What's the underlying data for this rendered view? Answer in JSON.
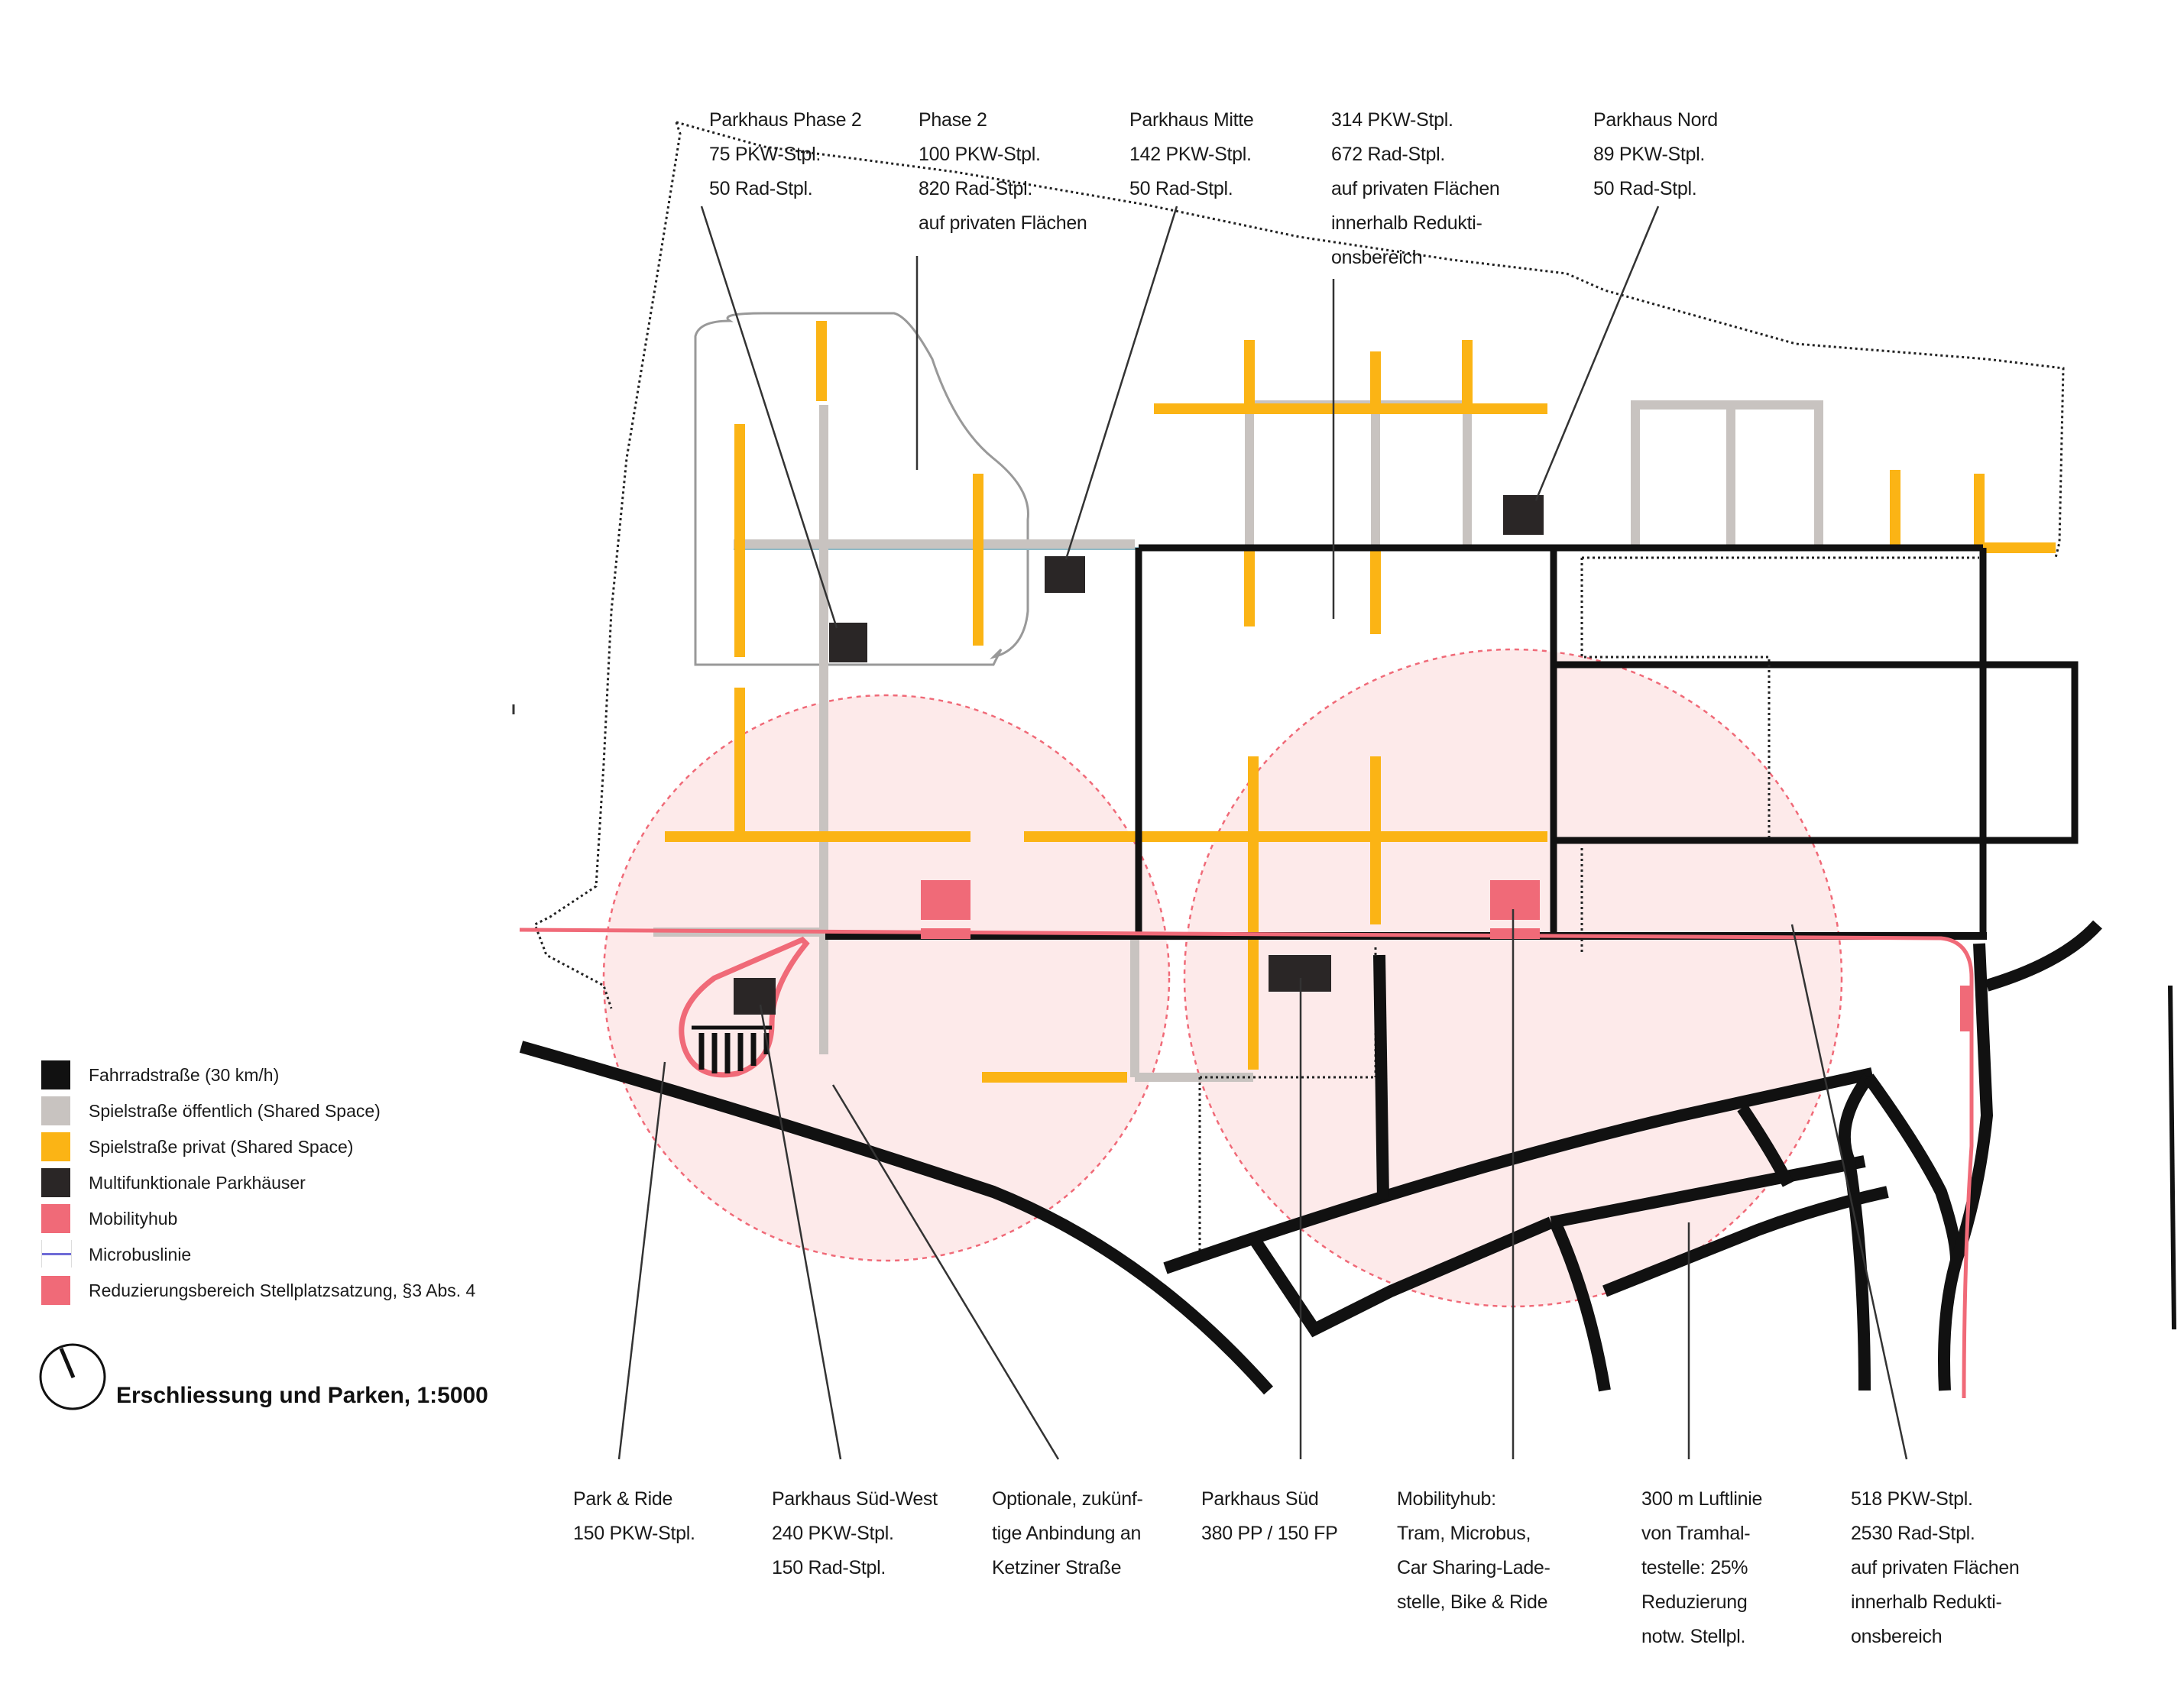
{
  "title": "Erschliessung und Parken, 1:5000",
  "colors": {
    "fahrradstrasse": "#111111",
    "spielstrasse_oeffentlich": "#c8c3c0",
    "spielstrasse_privat": "#fbb415",
    "parkhaus": "#2a2626",
    "mobilityhub": "#f06a78",
    "microbus": "#6f6bd6",
    "reduzierung": "#f3b8ba",
    "reduzierung_circle": "#f9d6d6"
  },
  "legend": [
    {
      "label": "Fahrradstraße (30 km/h)",
      "color": "#111111",
      "type": "fill"
    },
    {
      "label": "Spielstraße öffentlich (Shared Space)",
      "color": "#c8c3c0",
      "type": "fill"
    },
    {
      "label": "Spielstraße privat (Shared Space)",
      "color": "#fbb415",
      "type": "fill"
    },
    {
      "label": "Multifunktionale Parkhäuser",
      "color": "#2a2626",
      "type": "fill"
    },
    {
      "label": "Mobilityhub",
      "color": "#f06a78",
      "type": "fill"
    },
    {
      "label": "Microbuslinie",
      "color": "#6f6bd6",
      "type": "line"
    },
    {
      "label": "Reduzierungsbereich Stellplatzsatzung, §3 Abs. 4",
      "color": "#f06a78",
      "type": "fill"
    }
  ],
  "north_arrow_icon": "north-arrow-icon",
  "top_labels": [
    {
      "lines": [
        "Parkhaus Phase 2",
        "75 PKW-Stpl.",
        "50 Rad-Stpl."
      ]
    },
    {
      "lines": [
        "Phase 2",
        "100 PKW-Stpl.",
        "820 Rad-Stpl.",
        "auf privaten Flächen"
      ]
    },
    {
      "lines": [
        "Parkhaus Mitte",
        "142 PKW-Stpl.",
        "50 Rad-Stpl."
      ]
    },
    {
      "lines": [
        "314 PKW-Stpl.",
        "672 Rad-Stpl.",
        "auf privaten Flächen",
        "innerhalb Redukti-",
        "onsbereich"
      ]
    },
    {
      "lines": [
        "Parkhaus Nord",
        "89 PKW-Stpl.",
        "50 Rad-Stpl."
      ]
    }
  ],
  "bottom_labels": [
    {
      "lines": [
        "Park & Ride",
        "150 PKW-Stpl."
      ]
    },
    {
      "lines": [
        "Parkhaus Süd-West",
        "240 PKW-Stpl.",
        "150 Rad-Stpl."
      ]
    },
    {
      "lines": [
        "Optionale, zukünf-",
        "tige Anbindung an",
        "Ketziner Straße"
      ]
    },
    {
      "lines": [
        "Parkhaus Süd",
        "380 PP / 150 FP"
      ]
    },
    {
      "lines": [
        "Mobilityhub:",
        "Tram, Microbus,",
        "Car Sharing-Lade-",
        "stelle, Bike & Ride"
      ]
    },
    {
      "lines": [
        "300 m Luftlinie",
        "von Tramhal-",
        "testelle: 25%",
        "Reduzierung",
        "notw. Stellpl."
      ]
    },
    {
      "lines": [
        "518 PKW-Stpl.",
        "2530 Rad-Stpl.",
        "auf privaten Flächen",
        "innerhalb Redukti-",
        "onsbereich"
      ]
    }
  ]
}
